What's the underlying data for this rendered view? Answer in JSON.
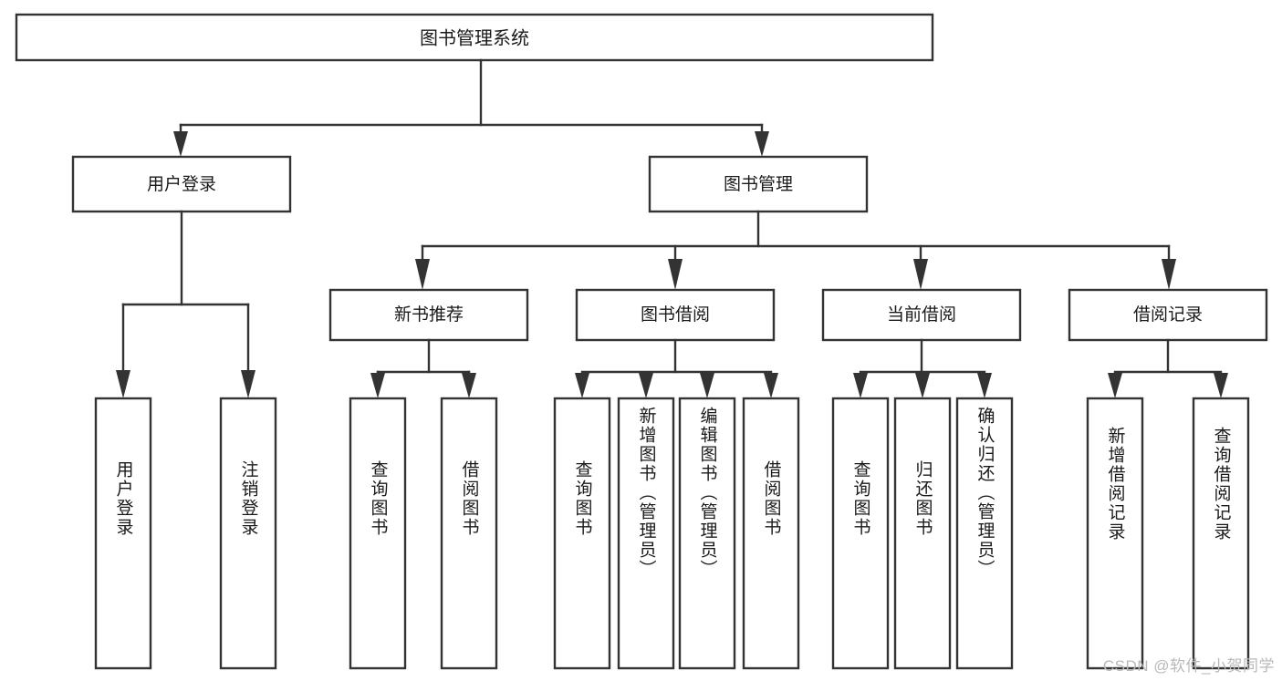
{
  "diagram": {
    "title": "图书管理系统",
    "type": "tree",
    "orientation": "top-down",
    "colors": {
      "box_fill": "#ffffff",
      "box_stroke": "#333333",
      "text": "#1a1a1a",
      "watermark": "#b9b9b9",
      "background": "#ffffff"
    },
    "root": {
      "id": "root",
      "label": "图书管理系统"
    },
    "level2": [
      {
        "id": "user-login",
        "label": "用户登录"
      },
      {
        "id": "book-manage",
        "label": "图书管理"
      }
    ],
    "level3": [
      {
        "id": "new-book-recommend",
        "label": "新书推荐",
        "parent": "book-manage"
      },
      {
        "id": "book-borrow",
        "label": "图书借阅",
        "parent": "book-manage"
      },
      {
        "id": "current-borrow",
        "label": "当前借阅",
        "parent": "book-manage"
      },
      {
        "id": "borrow-record",
        "label": "借阅记录",
        "parent": "book-manage"
      }
    ],
    "leaves": [
      {
        "id": "leaf-user-login",
        "label": "用户登录",
        "parent": "user-login"
      },
      {
        "id": "leaf-logout",
        "label": "注销登录",
        "parent": "user-login"
      },
      {
        "id": "leaf-query-book-1",
        "label": "查询图书",
        "parent": "new-book-recommend"
      },
      {
        "id": "leaf-borrow-book-1",
        "label": "借阅图书",
        "parent": "new-book-recommend"
      },
      {
        "id": "leaf-query-book-2",
        "label": "查询图书",
        "parent": "book-borrow"
      },
      {
        "id": "leaf-add-book",
        "label": "新增图书（管理员）",
        "parent": "book-borrow"
      },
      {
        "id": "leaf-edit-book",
        "label": "编辑图书（管理员）",
        "parent": "book-borrow"
      },
      {
        "id": "leaf-borrow-book-2",
        "label": "借阅图书",
        "parent": "book-borrow"
      },
      {
        "id": "leaf-query-book-3",
        "label": "查询图书",
        "parent": "current-borrow"
      },
      {
        "id": "leaf-return-book",
        "label": "归还图书",
        "parent": "current-borrow"
      },
      {
        "id": "leaf-confirm-return",
        "label": "确认归还（管理员）",
        "parent": "current-borrow"
      },
      {
        "id": "leaf-add-record",
        "label": "新增借阅记录",
        "parent": "borrow-record"
      },
      {
        "id": "leaf-query-record",
        "label": "查询借阅记录",
        "parent": "borrow-record"
      }
    ]
  },
  "watermark": {
    "text": "CSDN @软件_小贺同学"
  }
}
